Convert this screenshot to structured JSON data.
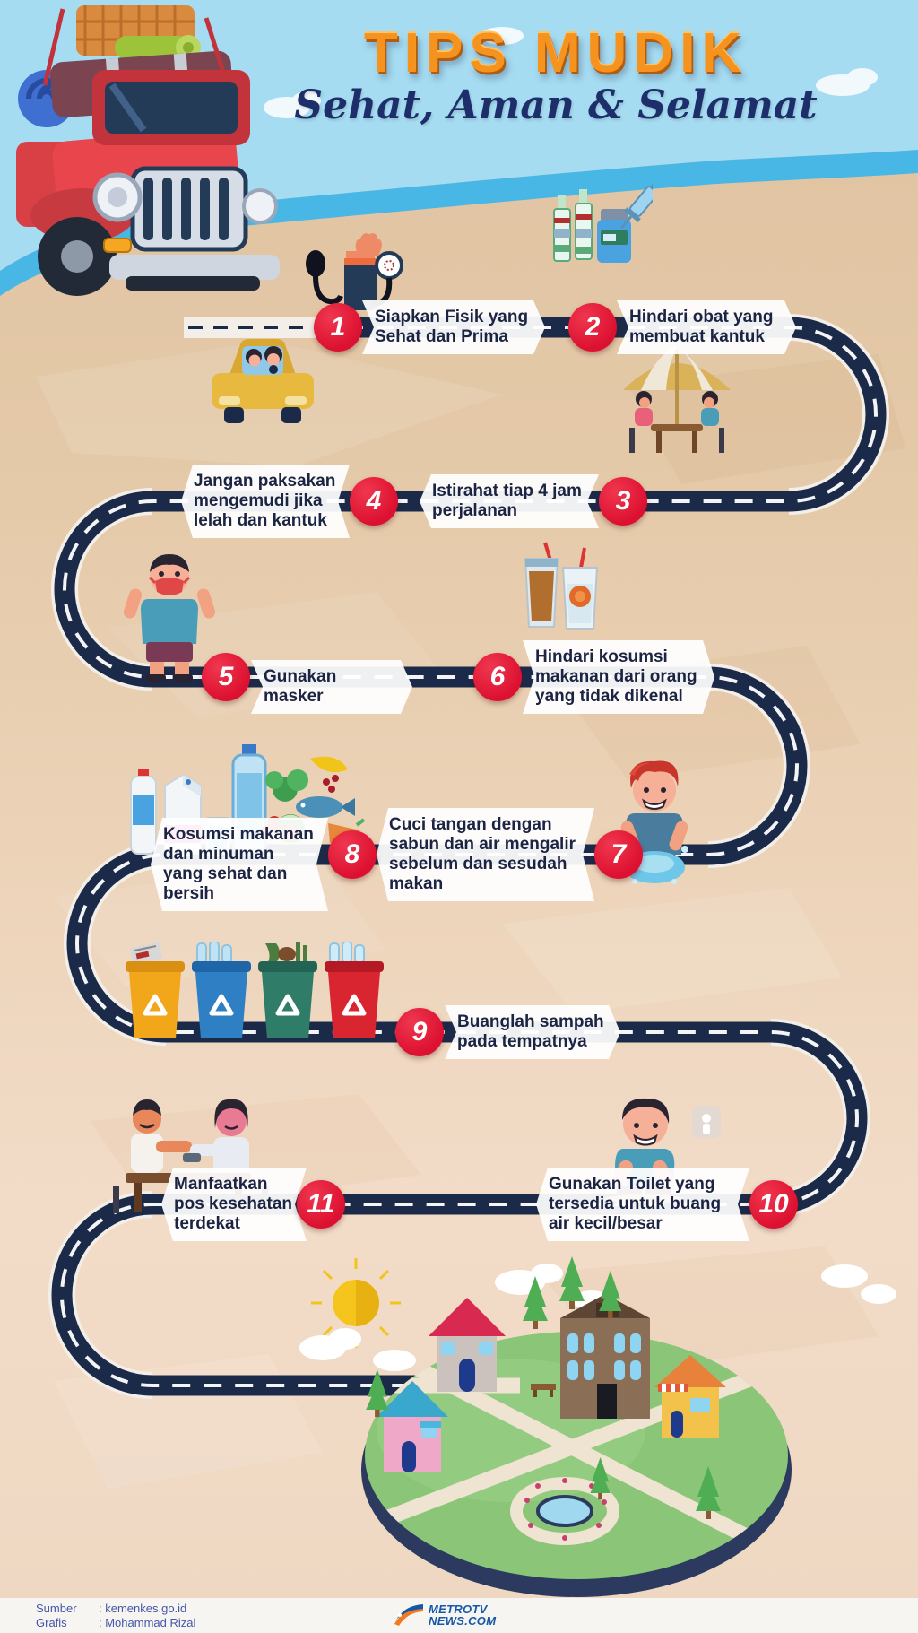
{
  "title": "TIPS MUDIK",
  "subtitle": "Sehat, Aman & Selamat",
  "tips": [
    {
      "number": "1",
      "text": "Siapkan Fisik yang Sehat dan Prima",
      "icon": "blood-pressure-monitor"
    },
    {
      "number": "2",
      "text": "Hindari obat yang membuat kantuk",
      "icon": "medicines-and-syringe"
    },
    {
      "number": "3",
      "text": "Istirahat tiap 4 jam perjalanan",
      "icon": "rest-area-umbrella"
    },
    {
      "number": "4",
      "text": "Jangan paksakan mengemudi jika lelah dan kantuk",
      "icon": "family-car"
    },
    {
      "number": "5",
      "text": "Gunakan masker",
      "icon": "person-wearing-mask"
    },
    {
      "number": "6",
      "text": "Hindari kosumsi makanan dari orang yang tidak dikenal",
      "icon": "street-drinks"
    },
    {
      "number": "7",
      "text": "Cuci tangan dengan sabun dan air mengalir sebelum dan sesudah makan",
      "icon": "boy-washing-hands"
    },
    {
      "number": "8",
      "text": "Kosumsi makanan dan minuman yang sehat dan bersih",
      "icon": "healthy-food-and-drinks"
    },
    {
      "number": "9",
      "text": "Buanglah sampah pada tempatnya",
      "icon": "recycle-bins"
    },
    {
      "number": "10",
      "text": "Gunakan Toilet yang tersedia untuk buang air kecil/besar",
      "icon": "boy-needing-toilet"
    },
    {
      "number": "11",
      "text": "Manfaatkan pos kesehatan terdekat",
      "icon": "health-post-checkup"
    }
  ],
  "footer": {
    "source_label": "Sumber",
    "source_value": ": kemenkes.go.id",
    "credit_label": "Grafis",
    "credit_value": ": Mohammad Rizal",
    "logo_line1": "METROTV",
    "logo_line2": "NEWS.COM"
  },
  "colors": {
    "sand": "#e2c5a4",
    "sky": "#a6dcf2",
    "sky_wave_band": "#49b7e6",
    "road": "#1c2a49",
    "road_dash": "#ffffff",
    "tip_circle_red": "#dc1030",
    "tip_text_navy": "#1c2444",
    "title_orange": "#f6921e",
    "subtitle_navy": "#1d2e6b",
    "footer_text_blue": "#4456a6",
    "logo_blue": "#1558a8",
    "logo_orange": "#f07a1d"
  }
}
